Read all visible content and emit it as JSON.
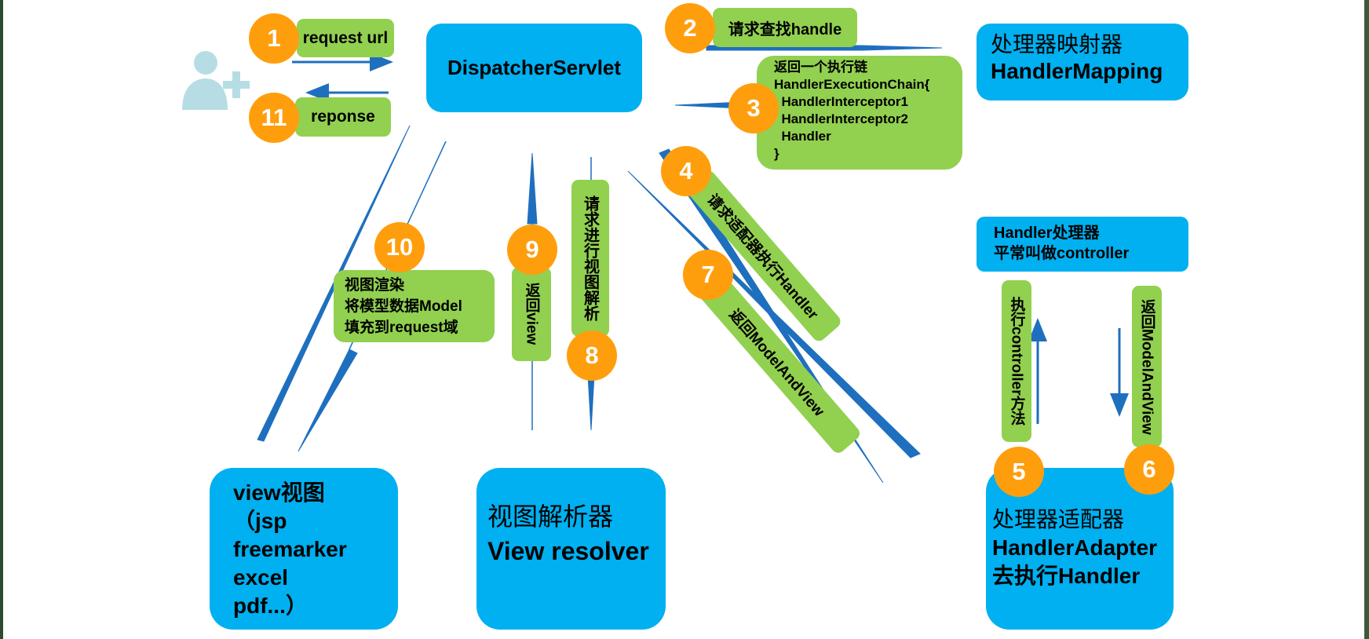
{
  "nodes": {
    "dispatcher": "DispatcherServlet",
    "handler_mapping": [
      "处理器映射器",
      "HandlerMapping"
    ],
    "handler": [
      "Handler处理器",
      "平常叫做controller"
    ],
    "view": [
      "view视图",
      "（jsp",
      "freemarker",
      "excel",
      "pdf...）"
    ],
    "view_resolver": [
      "视图解析器",
      "View resolver"
    ],
    "handler_adapter": [
      "处理器适配器",
      "HandlerAdapter",
      "去执行Handler"
    ]
  },
  "labels": {
    "request_url": "request url",
    "response": "reponse",
    "find_handle": "请求查找handle",
    "exec_chain": [
      "返回一个执行链",
      "HandlerExecutionChain{",
      "  HandlerInterceptor1",
      "  HandlerInterceptor2",
      "  Handler",
      "}"
    ],
    "request_adapter": "请求适配器执行Handler",
    "return_mav": "返回ModelAndView",
    "exec_controller": "执行controller方法",
    "return_mav_handler": "返回ModelAndView",
    "request_resolve": "请求进行视图解析",
    "return_view": "返回view",
    "render": [
      "视图渲染",
      "将模型数据Model",
      "填充到request域"
    ]
  },
  "steps": [
    "1",
    "2",
    "3",
    "4",
    "5",
    "6",
    "7",
    "8",
    "9",
    "10",
    "11"
  ],
  "colors": {
    "node": "#00b0f0",
    "label": "#92d050",
    "step": "#ff9e0d",
    "arrow": "#1f6fbf"
  },
  "icons": {
    "user": "add-user-icon"
  }
}
